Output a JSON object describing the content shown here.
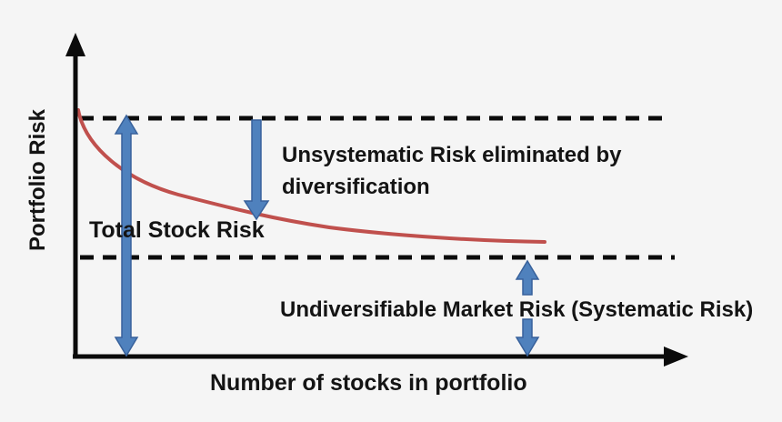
{
  "diagram": {
    "title_implicit": "Portfolio diversification risk diagram",
    "y_axis_label": "Portfolio Risk",
    "x_axis_label": "Number of stocks in portfolio",
    "labels": {
      "total_stock_risk": "Total Stock Risk",
      "unsystematic": "Unsystematic Risk eliminated by diversification",
      "undiversifiable": "Undiversifiable Market Risk (Systematic Risk)"
    },
    "icons": [
      {
        "name": "y-axis-arrowhead-icon",
        "meaning": "axis arrow pointing up"
      },
      {
        "name": "x-axis-arrowhead-icon",
        "meaning": "axis arrow pointing right"
      },
      {
        "name": "total-stock-risk-arrow",
        "meaning": "blue double-headed vertical arrow from total-risk dashed line to x-axis"
      },
      {
        "name": "unsystematic-risk-arrow",
        "meaning": "blue downward arrow from total-risk dashed line toward curve"
      },
      {
        "name": "systematic-risk-arrow-up",
        "meaning": "blue upward arrow to systematic-risk dashed line"
      },
      {
        "name": "systematic-risk-arrow-down",
        "meaning": "blue downward arrow to x-axis"
      }
    ],
    "colors": {
      "background": "#F5F5F5",
      "axis_black": "#0B0B0B",
      "curve_red": "#C0504D",
      "arrow_blue_fill": "#4F81BD",
      "arrow_blue_border": "#38619B",
      "text_black": "#141414"
    }
  },
  "chart_data": {
    "type": "line",
    "title": "",
    "xlabel": "Number of stocks in portfolio",
    "ylabel": "Portfolio Risk",
    "axes_numeric": false,
    "grid": false,
    "legend": "none",
    "series": [
      {
        "name": "Total portfolio risk curve",
        "color": "#C0504D",
        "x_norm": [
          0.0,
          0.08,
          0.17,
          0.27,
          0.33,
          0.42,
          0.53,
          0.65,
          0.77
        ],
        "y_norm": [
          1.0,
          0.77,
          0.66,
          0.6,
          0.56,
          0.53,
          0.5,
          0.48,
          0.47
        ]
      }
    ],
    "reference_lines": [
      {
        "name": "initial total risk level",
        "style": "dashed",
        "y_norm": 1.0
      },
      {
        "name": "undiversifiable market risk floor",
        "style": "dashed",
        "y_norm": 0.42
      }
    ],
    "annotations": [
      "Total Stock Risk",
      "Unsystematic Risk eliminated by diversification",
      "Undiversifiable Market Risk (Systematic Risk)"
    ]
  }
}
